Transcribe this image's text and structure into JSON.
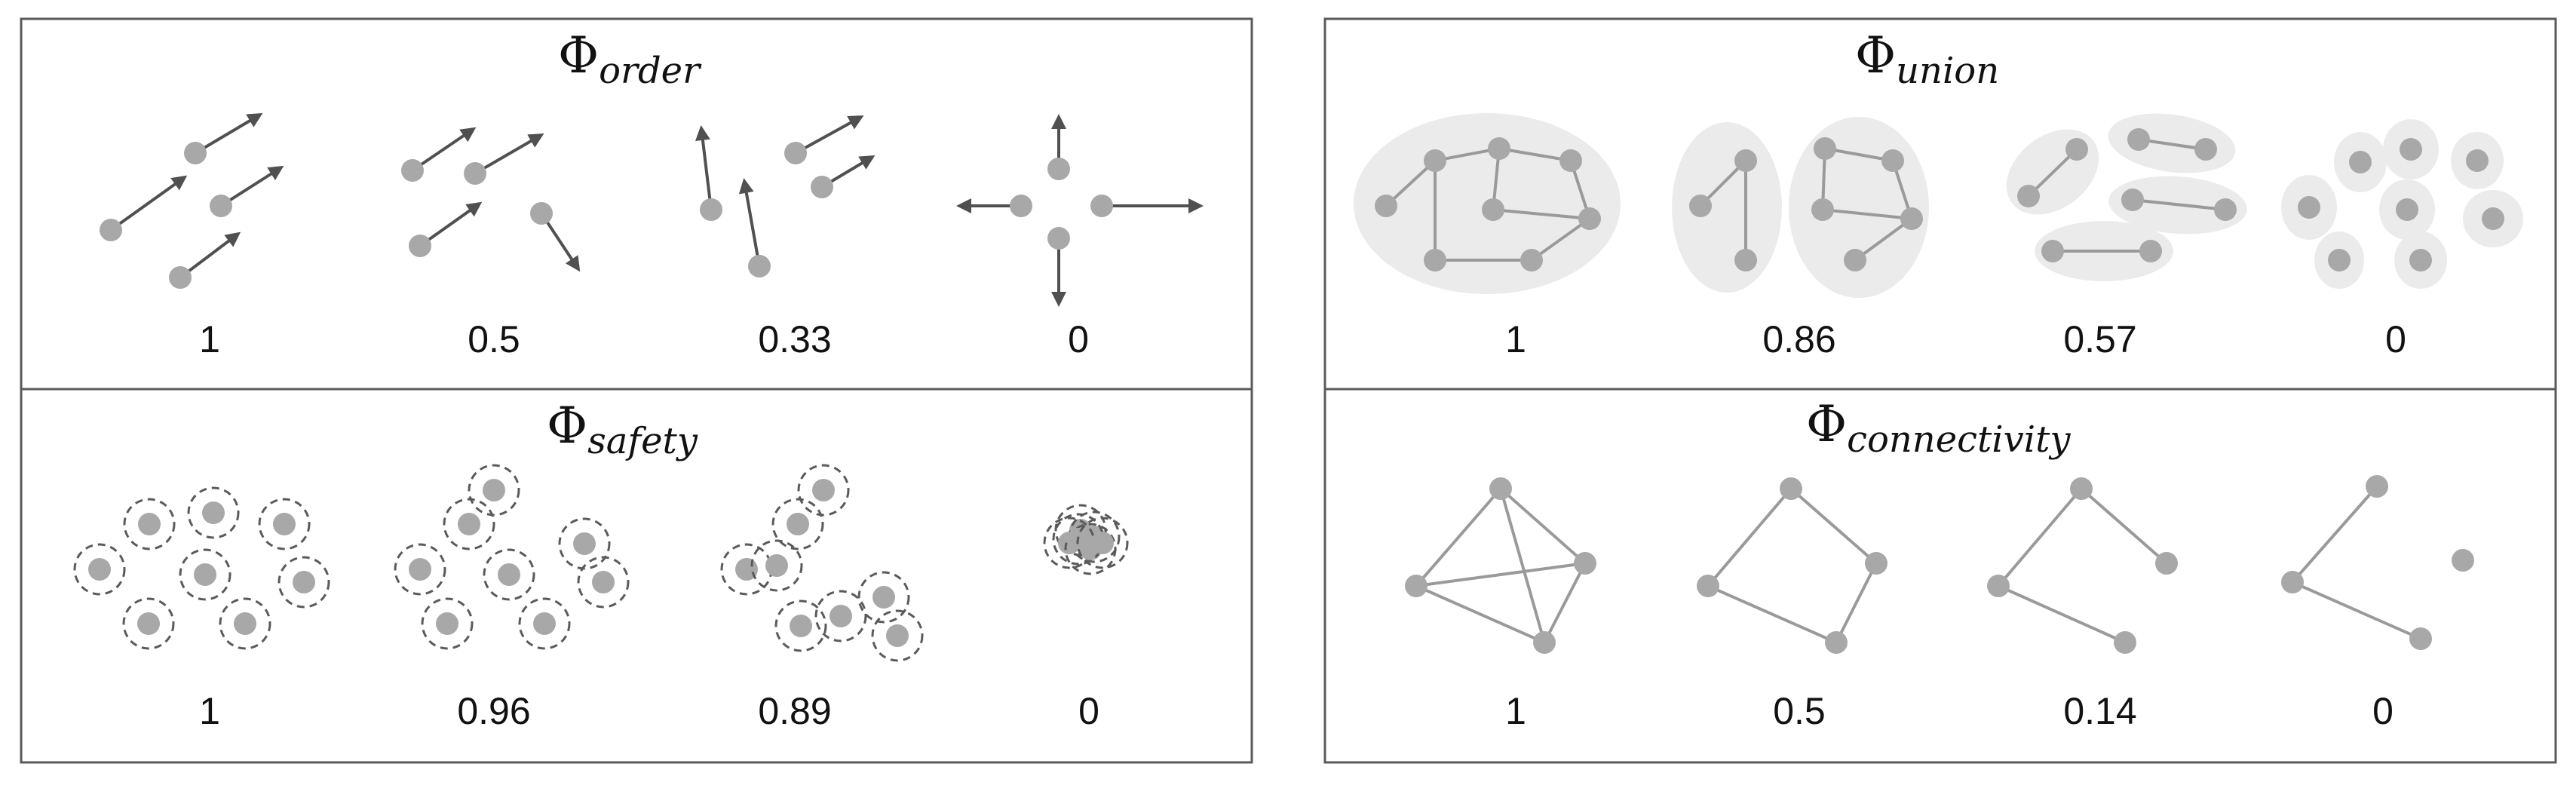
{
  "colors": {
    "frame": "#5a5a5a",
    "node": "#a8a8a8",
    "arrow": "#505050",
    "edge": "#9a9a9a",
    "blob": "#ebebeb",
    "safety_ring": "#5a5a5a"
  },
  "panels": {
    "order": {
      "symbol": "Φ",
      "subscript": "order",
      "values": [
        "1",
        "0.5",
        "0.33",
        "0"
      ]
    },
    "union": {
      "symbol": "Φ",
      "subscript": "union",
      "values": [
        "1",
        "0.86",
        "0.57",
        "0"
      ]
    },
    "safety": {
      "symbol": "Φ",
      "subscript": "safety",
      "values": [
        "1",
        "0.96",
        "0.89",
        "0"
      ]
    },
    "connectivity": {
      "symbol": "Φ",
      "subscript": "connectivity",
      "values": [
        "1",
        "0.5",
        "0.14",
        "0"
      ]
    }
  }
}
